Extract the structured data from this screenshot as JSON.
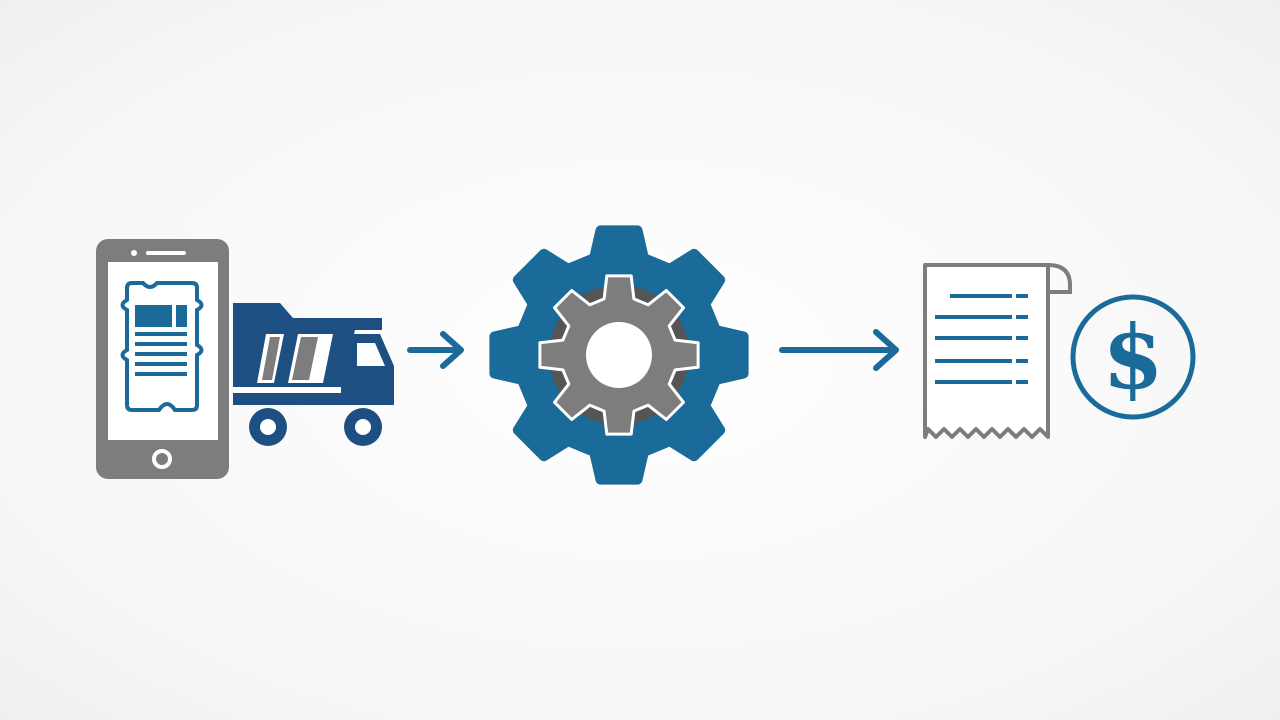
{
  "diagram": {
    "steps": [
      {
        "id": "mobile-ticket-truck",
        "icons": [
          "smartphone-icon",
          "ticket-icon",
          "dump-truck-icon"
        ]
      },
      {
        "id": "processing",
        "icons": [
          "gear-icon"
        ]
      },
      {
        "id": "invoice-payment",
        "icons": [
          "receipt-icon",
          "dollar-icon"
        ]
      }
    ],
    "connectors": [
      "arrow-right-icon",
      "arrow-right-icon"
    ],
    "dollar_symbol": "$"
  },
  "colors": {
    "blue": "#1a6a9a",
    "navy": "#1d4f82",
    "gray": "#7d7d7d",
    "dark_gray": "#555555",
    "white": "#ffffff"
  }
}
